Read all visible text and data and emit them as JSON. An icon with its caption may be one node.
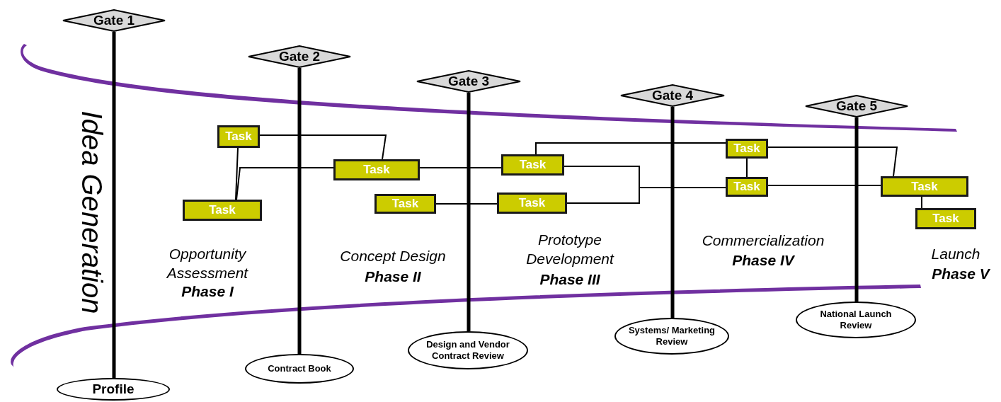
{
  "diagram": {
    "nodes": [
      {
        "text": [
          "Gate 1"
        ]
      },
      {
        "text": [
          "Gate 2"
        ]
      },
      {
        "text": [
          "Gate 3"
        ]
      },
      {
        "text": [
          "Gate 4"
        ]
      },
      {
        "text": [
          "Gate 5"
        ]
      },
      {
        "text": [
          "Profile"
        ]
      },
      {
        "text": [
          "Contract Book"
        ]
      },
      {
        "text": [
          "Design and Vendor Contract Review"
        ]
      },
      {
        "text": [
          "Systems/ Marketing Review"
        ]
      },
      {
        "text": [
          "National Launch Review"
        ]
      },
      {
        "text": [
          "Task"
        ]
      },
      {
        "text": [
          "Task"
        ]
      },
      {
        "text": [
          "Task"
        ]
      },
      {
        "text": [
          "Task"
        ]
      },
      {
        "text": [
          "Task"
        ]
      },
      {
        "text": [
          "Task"
        ]
      },
      {
        "text": [
          "Task"
        ]
      },
      {
        "text": [
          "Task"
        ]
      },
      {
        "text": [
          "Task"
        ]
      },
      {
        "text": [
          "Task"
        ]
      }
    ],
    "edges": [
      {
        "from": 0,
        "to": 5,
        "arrow": "none",
        "style": "thick"
      },
      {
        "from": 1,
        "to": 6,
        "arrow": "none",
        "style": "thick"
      },
      {
        "from": 2,
        "to": 7,
        "arrow": "none",
        "style": "thick"
      },
      {
        "from": 3,
        "to": 8,
        "arrow": "none",
        "style": "thick"
      },
      {
        "from": 4,
        "to": 9,
        "arrow": "none",
        "style": "thick"
      },
      {
        "from": 10,
        "to": 12,
        "arrow": "none"
      },
      {
        "from": 10,
        "to": 11,
        "arrow": "none"
      },
      {
        "from": 11,
        "to": 12,
        "arrow": "none"
      },
      {
        "from": 12,
        "to": 14,
        "arrow": "none"
      },
      {
        "from": 13,
        "to": 15,
        "arrow": "none"
      },
      {
        "from": 14,
        "to": 17,
        "arrow": "none"
      },
      {
        "from": 15,
        "to": 17,
        "arrow": "none"
      },
      {
        "from": 14,
        "to": 16,
        "arrow": "none"
      },
      {
        "from": 16,
        "to": 17,
        "arrow": "none"
      },
      {
        "from": 16,
        "to": 18,
        "arrow": "none"
      },
      {
        "from": 17,
        "to": 18,
        "arrow": "none"
      },
      {
        "from": 18,
        "to": 19,
        "arrow": "none"
      }
    ],
    "labels": [
      "Idea Generation",
      "Opportunity Assessment",
      "Phase I",
      "Concept Design",
      "Phase II",
      "Prototype Development",
      "Phase III",
      "Commercialization",
      "Phase IV",
      "Launch",
      "Phase V"
    ]
  }
}
